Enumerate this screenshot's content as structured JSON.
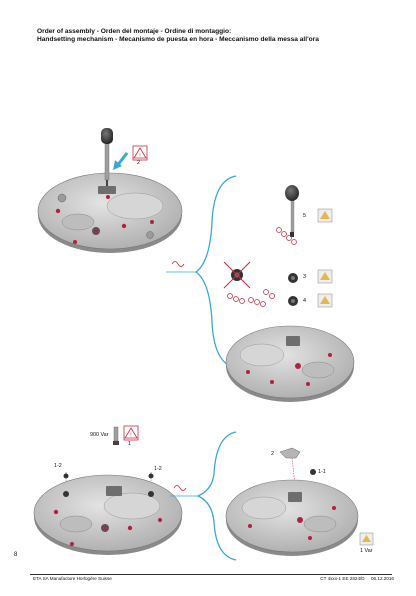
{
  "header": {
    "line1": "Order of assembly - Orden del montaje - Ordine di montaggio:",
    "line2": "Handsetting mechanism - Mecanismo de puesta en hora - Meccanismo della messa all'ora"
  },
  "callouts": {
    "warn_top": "2",
    "warn_bottom": "1",
    "part_5": "5",
    "part_3": "3",
    "part_4": "4",
    "part_2": "2",
    "part_1_1": "1-1",
    "part_1_2_left": "1-2",
    "part_1_2_right": "1-2",
    "var_900": "900 Var",
    "var_1": "1 Var"
  },
  "footer": {
    "page_number": "8",
    "company": "ETA SA Manufacture Horlogère Suisse",
    "doc_ref": "CT 4xxx-1 EE 2824/D",
    "date": "06.12.2016"
  },
  "colors": {
    "plate": "#c8c8c8",
    "plate_edge": "#8c8c8c",
    "ruby": "#b0243a",
    "bracket": "#3aa7d9",
    "warning": "#d0253a",
    "oil_yellow": "#e6b84a"
  }
}
